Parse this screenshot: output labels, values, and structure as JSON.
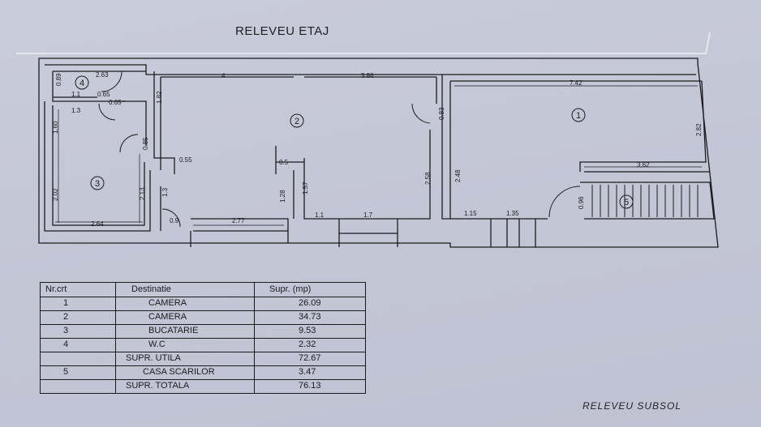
{
  "title": "RELEVEU ETAJ",
  "footer_title": "RELEVEU SUBSOL",
  "room_markers": [
    "1",
    "2",
    "3",
    "4",
    "5"
  ],
  "dimensions": {
    "d_263": "2.63",
    "d_089": "0.89",
    "d_11": "1.1",
    "d_065a": "0.65",
    "d_065b": "0.65",
    "d_13a": "1.3",
    "d_160": "1.60",
    "d_202": "2.02",
    "d_085": "0.85",
    "d_213": "2.13",
    "d_264": "2.64",
    "d_182": "1.82",
    "d_4": "4",
    "d_386": "3.86",
    "d_055": "0.55",
    "d_13b": "1.3",
    "d_09": "0.9",
    "d_277": "2.77",
    "d_05": "0.5",
    "d_128": "1.28",
    "d_157": "1.57",
    "d_11b": "1.1",
    "d_17": "1.7",
    "d_258": "2.58",
    "d_083": "0.83",
    "d_742": "7.42",
    "d_282": "2.82",
    "d_248": "2.48",
    "d_362": "3.62",
    "d_096": "0.96",
    "d_115": "1.15",
    "d_135": "1.35"
  },
  "table": {
    "headers": [
      "Nr.crt",
      "Destinatie",
      "Supr. (mp)"
    ],
    "rows": [
      {
        "nr": "1",
        "dest": "CAMERA",
        "supr": "26.09"
      },
      {
        "nr": "2",
        "dest": "CAMERA",
        "supr": "34.73"
      },
      {
        "nr": "3",
        "dest": "BUCATARIE",
        "supr": "9.53"
      },
      {
        "nr": "4",
        "dest": "W.C",
        "supr": "2.32"
      },
      {
        "nr": "",
        "dest": "SUPR. UTILA",
        "supr": "72.67"
      },
      {
        "nr": "5",
        "dest": "CASA SCARILOR",
        "supr": "3.47"
      },
      {
        "nr": "",
        "dest": "SUPR. TOTALA",
        "supr": "76.13"
      }
    ]
  }
}
